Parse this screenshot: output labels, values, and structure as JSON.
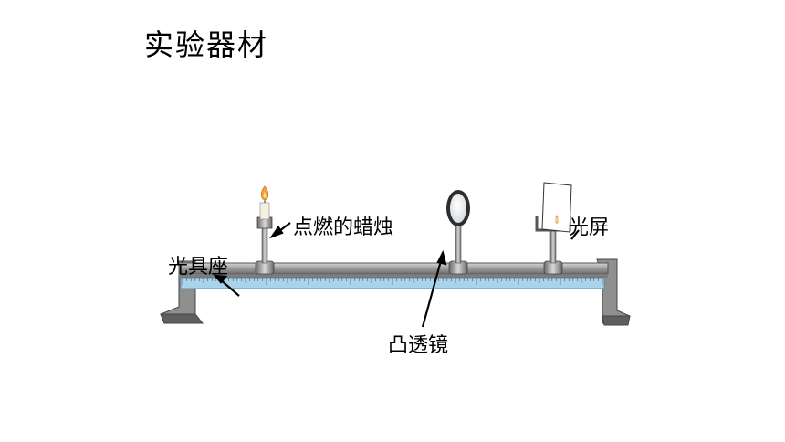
{
  "title": "实验器材",
  "labels": {
    "candle": "点燃的蜡烛",
    "optical_bench": "光具座",
    "screen": "光屏",
    "convex_lens": "凸透镜"
  },
  "colors": {
    "scale": "#a9d3ea",
    "rail": "#9a9a9a",
    "flame": "#f2a13a"
  }
}
